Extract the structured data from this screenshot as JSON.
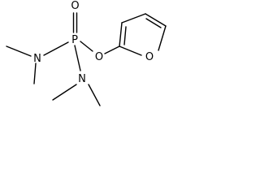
{
  "molecule": {
    "atoms": {
      "oxo": "O",
      "phosphorus": "P",
      "ester_oxygen": "O",
      "furan_oxygen": "O",
      "nitrogen_1": "N",
      "nitrogen_2": "N"
    }
  },
  "colors": {
    "line": "#000000",
    "background": "#ffffff"
  }
}
